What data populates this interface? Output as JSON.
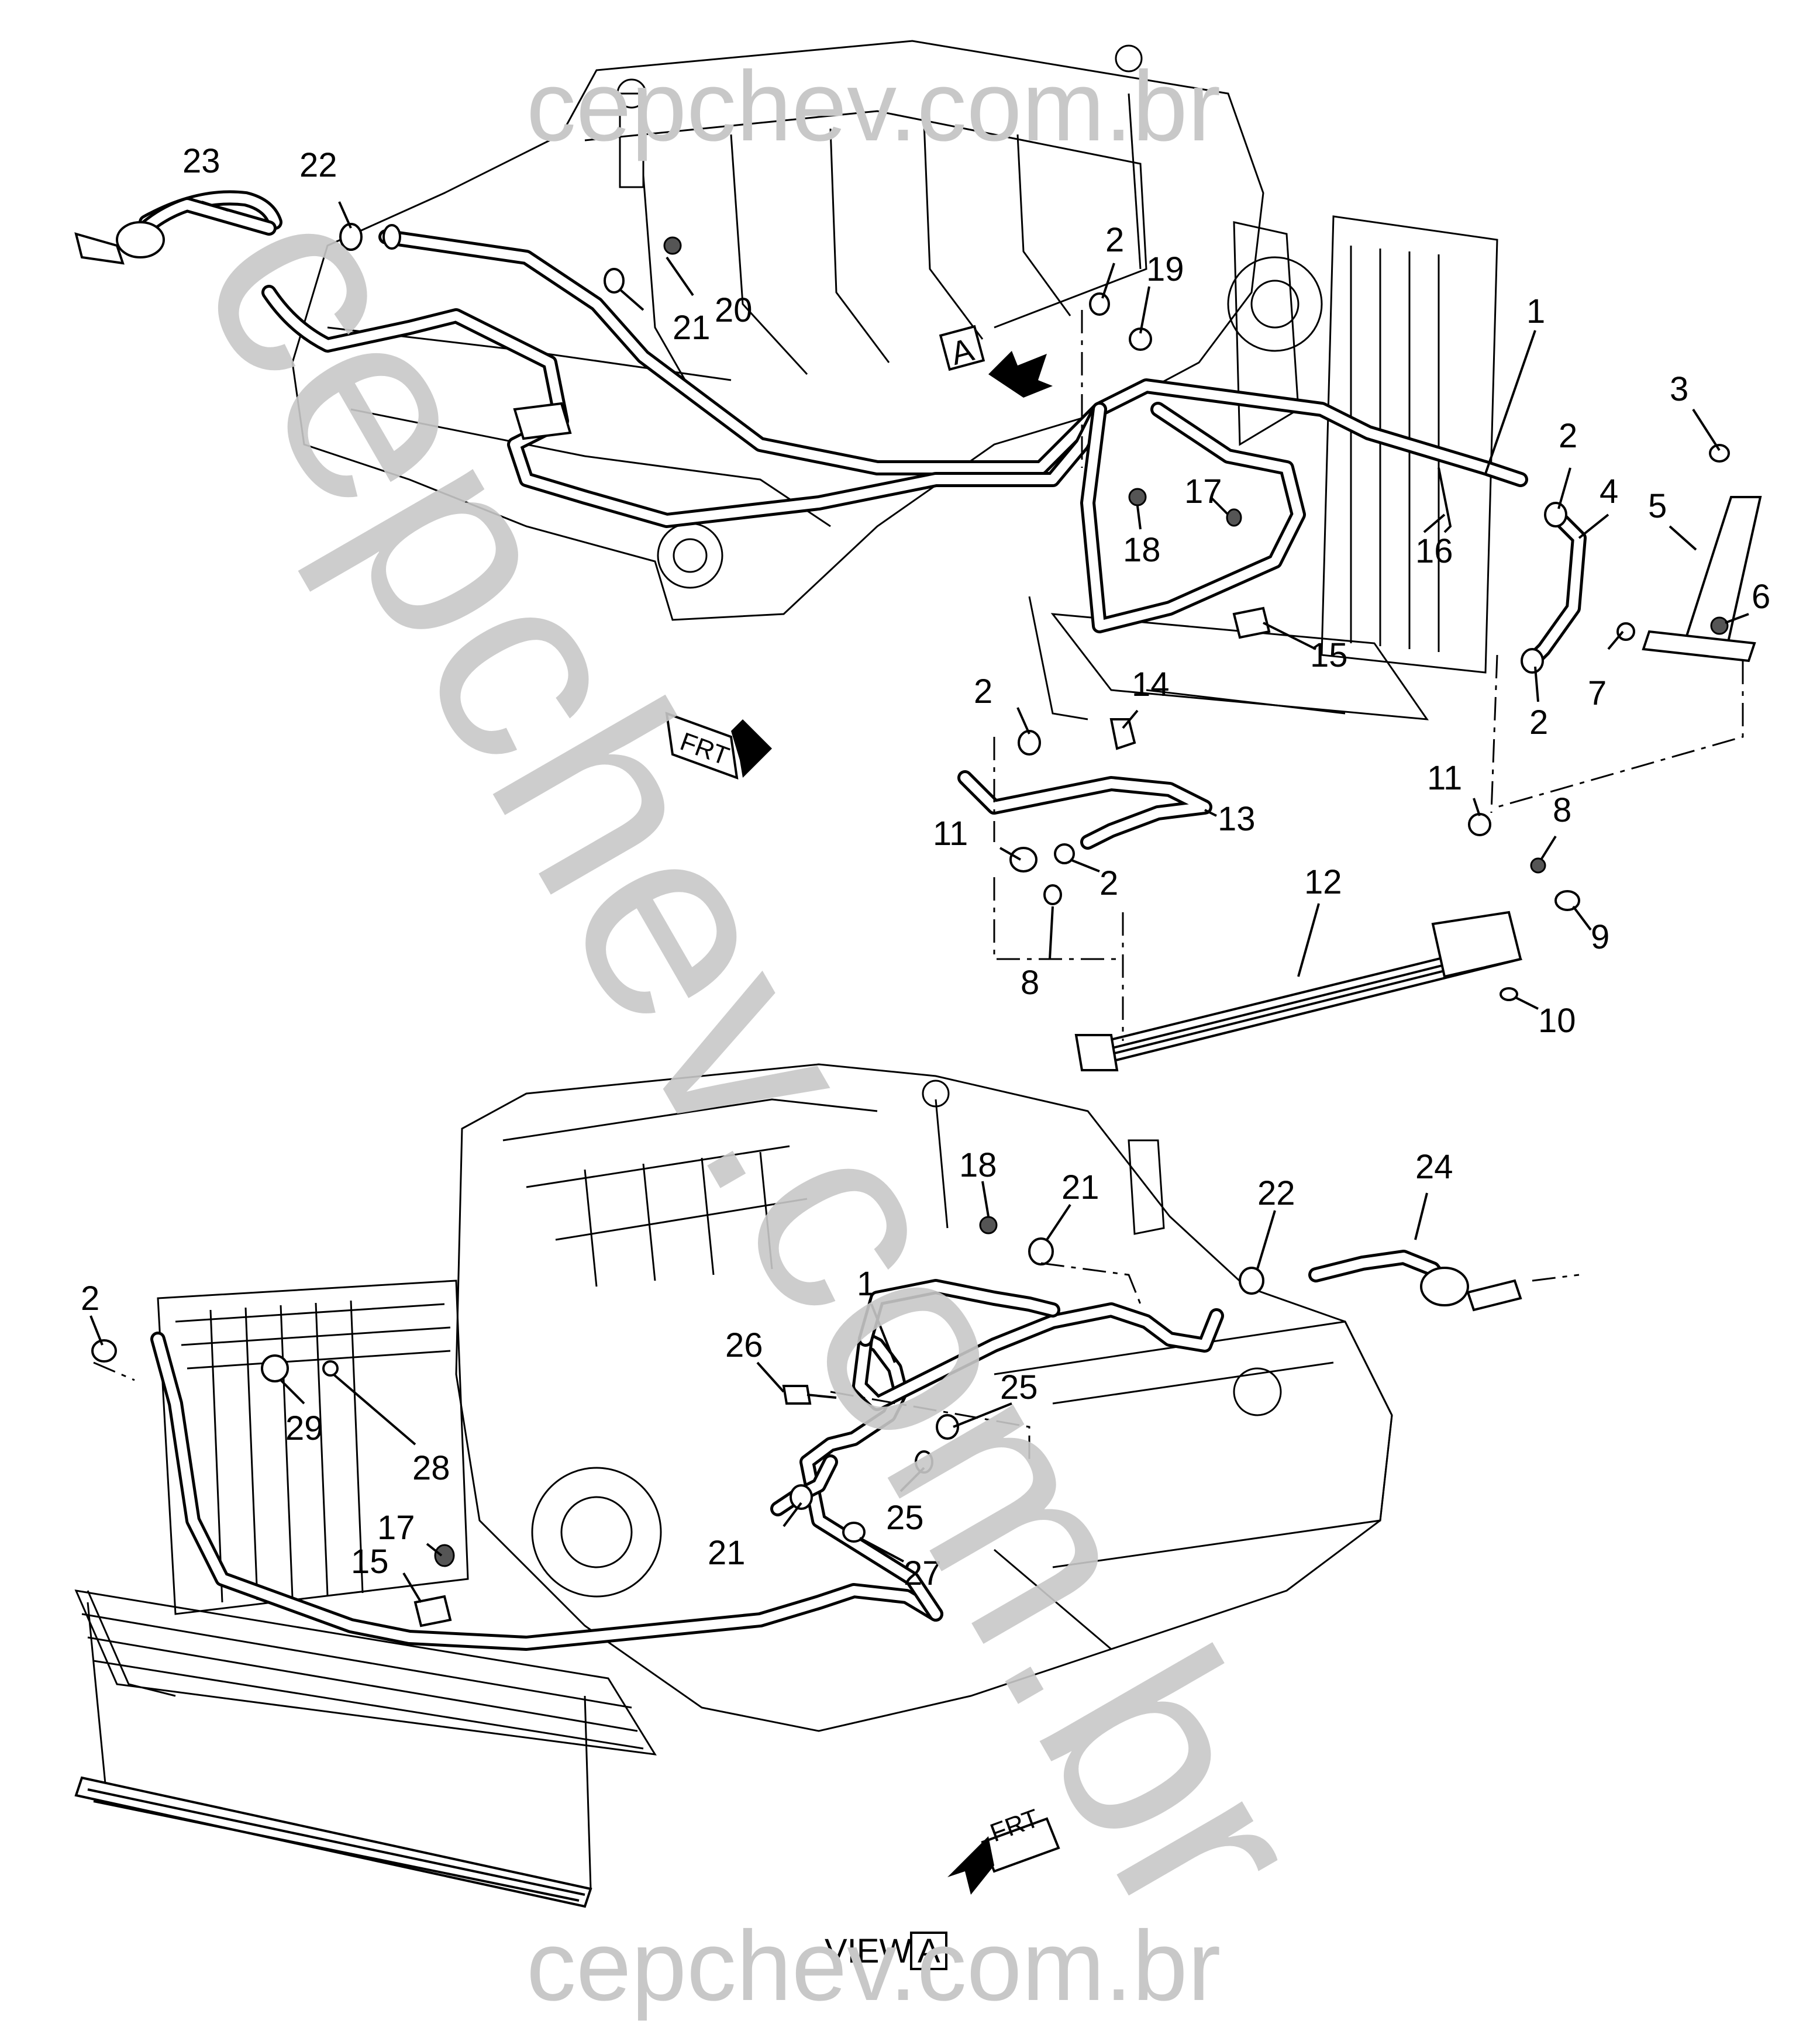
{
  "watermark": {
    "top": "cepchev.com.br",
    "diagonal": "cepchev.com.br",
    "bottom": "cepchev.com.br"
  },
  "view_label": {
    "prefix": "VIEW",
    "letter": "A"
  },
  "view_marker_letter": "A",
  "direction_label": "FRT",
  "callouts_top": [
    "23",
    "22",
    "21",
    "20",
    "2",
    "19",
    "1",
    "2",
    "4",
    "3",
    "5",
    "6",
    "7",
    "2",
    "17",
    "18",
    "16",
    "15",
    "2",
    "14",
    "13",
    "11",
    "2",
    "8",
    "11",
    "8",
    "12",
    "9",
    "10"
  ],
  "callouts_bottom": [
    "18",
    "21",
    "22",
    "24",
    "1",
    "26",
    "25",
    "25",
    "21",
    "27",
    "2",
    "29",
    "28",
    "17",
    "15"
  ],
  "colors": {
    "line": "#000000",
    "watermark": "#c8c8c8",
    "background": "#ffffff"
  }
}
